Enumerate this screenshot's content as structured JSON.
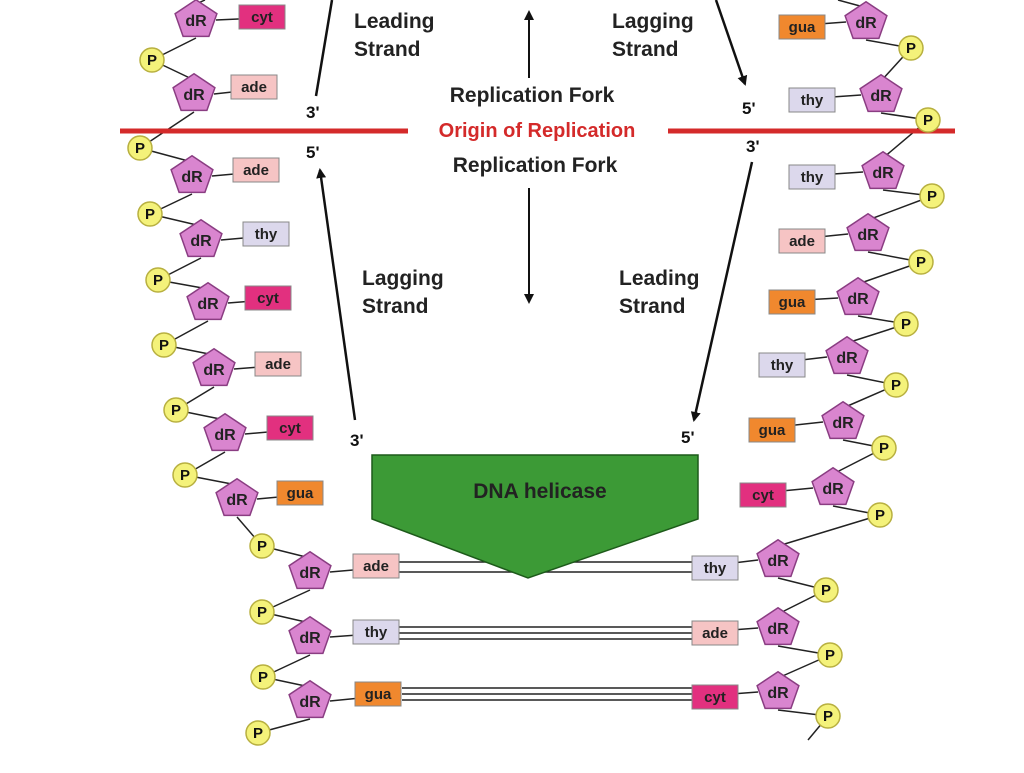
{
  "labels": {
    "leading_top": [
      "Leading",
      "Strand"
    ],
    "lagging_top": [
      "Lagging",
      "Strand"
    ],
    "lagging_bottom": [
      "Lagging",
      "Strand"
    ],
    "leading_bottom": [
      "Leading",
      "Strand"
    ],
    "fork_top": "Replication Fork",
    "fork_bottom": "Replication Fork",
    "origin": "Origin of Replication",
    "helicase": "DNA helicase",
    "prime_3": "3'",
    "prime_5": "5'",
    "sugar": "dR",
    "phosphate": "P"
  },
  "left_strand_bases": [
    "cyt",
    "ade",
    "ade",
    "thy",
    "cyt",
    "ade",
    "cyt",
    "gua",
    "ade",
    "thy",
    "gua"
  ],
  "right_strand_bases": [
    "gua",
    "thy",
    "thy",
    "ade",
    "gua",
    "thy",
    "gua",
    "cyt",
    "thy",
    "ade",
    "cyt"
  ],
  "colors": {
    "cyt": "#e2307f",
    "ade": "#f6c4c4",
    "thy": "#dcd8ec",
    "gua": "#f0882e",
    "sugar": "#d985cf",
    "phosphate": "#f4f27a",
    "origin_line": "#d42a2a",
    "helicase": "#3c9a36"
  }
}
